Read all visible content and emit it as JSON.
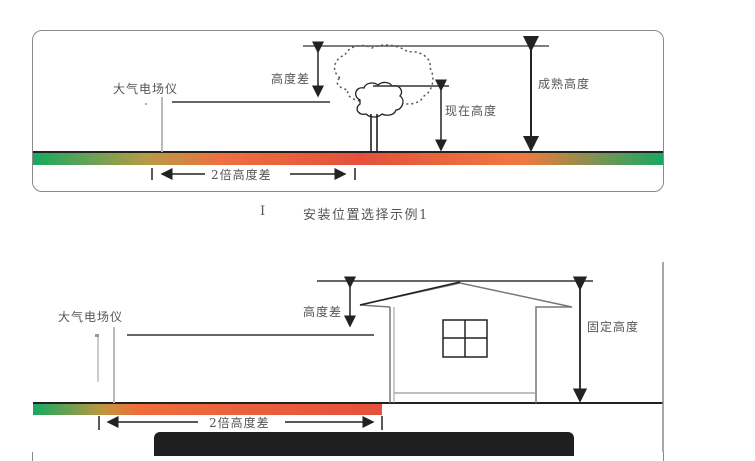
{
  "figure1": {
    "instrument_label": "大气电场仪",
    "height_diff_label": "高度差",
    "current_height_label": "现在高度",
    "mature_height_label": "成熟高度",
    "distance_label": "2倍高度差",
    "caption_marker": "I",
    "caption": "安装位置选择示例1"
  },
  "figure2": {
    "instrument_label": "大气电场仪",
    "height_diff_label": "高度差",
    "fixed_height_label": "固定高度",
    "distance_label": "2倍高度差"
  },
  "colors": {
    "ground_green": "#1aa860",
    "ground_orange": "#ee6e3a",
    "ground_red": "#e4503c",
    "line": "#2a2a2a",
    "panel_border": "#8a8a8a"
  }
}
